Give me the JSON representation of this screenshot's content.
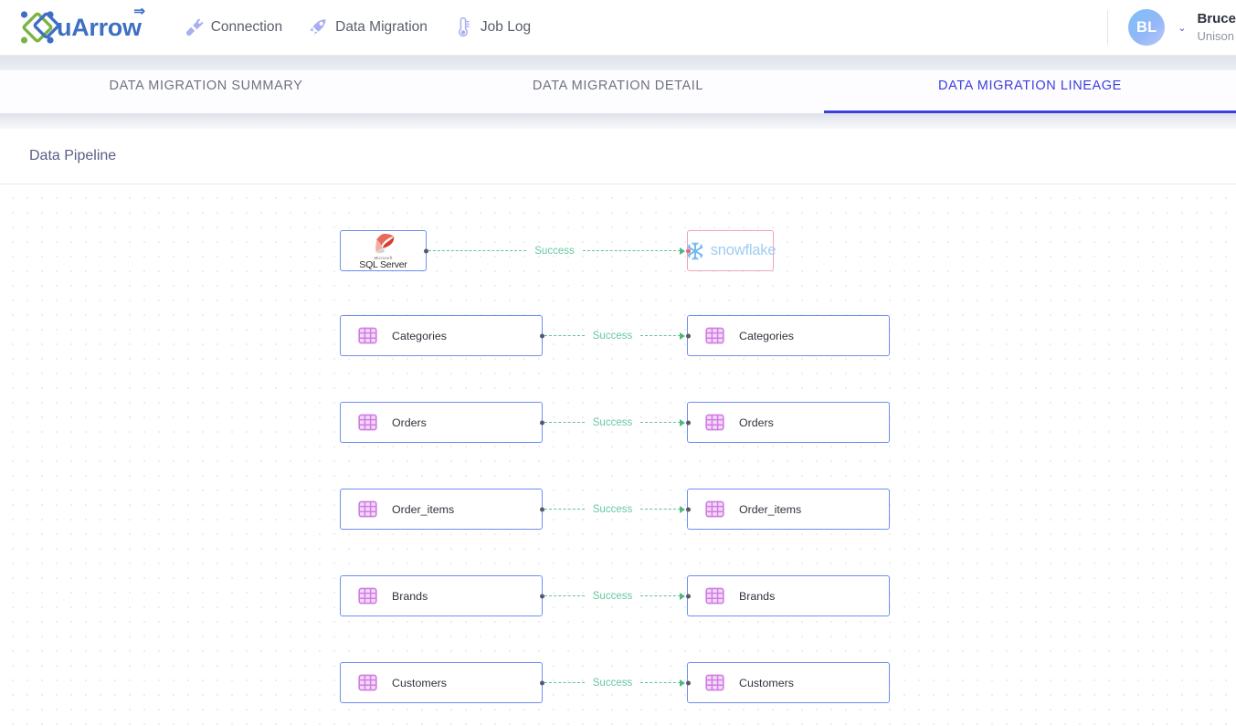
{
  "app": {
    "brand_name": "uArrow",
    "brand_arrow_glyph": "⇒"
  },
  "header": {
    "nav": [
      {
        "label": "Connection",
        "icon": "plug-icon"
      },
      {
        "label": "Data Migration",
        "icon": "rocket-icon"
      },
      {
        "label": "Job Log",
        "icon": "thermometer-icon"
      }
    ],
    "user": {
      "initials": "BL",
      "name": "Bruce",
      "org": "Unison",
      "caret": "⌄"
    }
  },
  "tabs": [
    {
      "label": "DATA MIGRATION SUMMARY",
      "active": false
    },
    {
      "label": "DATA MIGRATION DETAIL",
      "active": false
    },
    {
      "label": "DATA MIGRATION LINEAGE",
      "active": true
    }
  ],
  "page": {
    "title": "Data Pipeline"
  },
  "colors": {
    "accent": "#3d3de0",
    "node_border": "#6f8ff0",
    "node_border_pink": "#f0a4bb",
    "edge": "#63c38f",
    "edge_text": "#67c9a0",
    "table_icon": "#d07de0",
    "brand_blue": "#3d6fc4",
    "brand_green": "#7cb342"
  },
  "lineage": {
    "rows": [
      {
        "source": {
          "type": "logo",
          "logo": "sql-server-logo",
          "brand_small": "Microsoft",
          "brand_main": "SQL Server"
        },
        "status": "Success",
        "target": {
          "type": "logo",
          "logo": "snowflake-logo",
          "brand_main": "snowflake"
        }
      },
      {
        "source": {
          "type": "table",
          "label": "Categories"
        },
        "status": "Success",
        "target": {
          "type": "table",
          "label": "Categories"
        }
      },
      {
        "source": {
          "type": "table",
          "label": "Orders"
        },
        "status": "Success",
        "target": {
          "type": "table",
          "label": "Orders"
        }
      },
      {
        "source": {
          "type": "table",
          "label": "Order_items"
        },
        "status": "Success",
        "target": {
          "type": "table",
          "label": "Order_items"
        }
      },
      {
        "source": {
          "type": "table",
          "label": "Brands"
        },
        "status": "Success",
        "target": {
          "type": "table",
          "label": "Brands"
        }
      },
      {
        "source": {
          "type": "table",
          "label": "Customers"
        },
        "status": "Success",
        "target": {
          "type": "table",
          "label": "Customers"
        }
      }
    ]
  }
}
